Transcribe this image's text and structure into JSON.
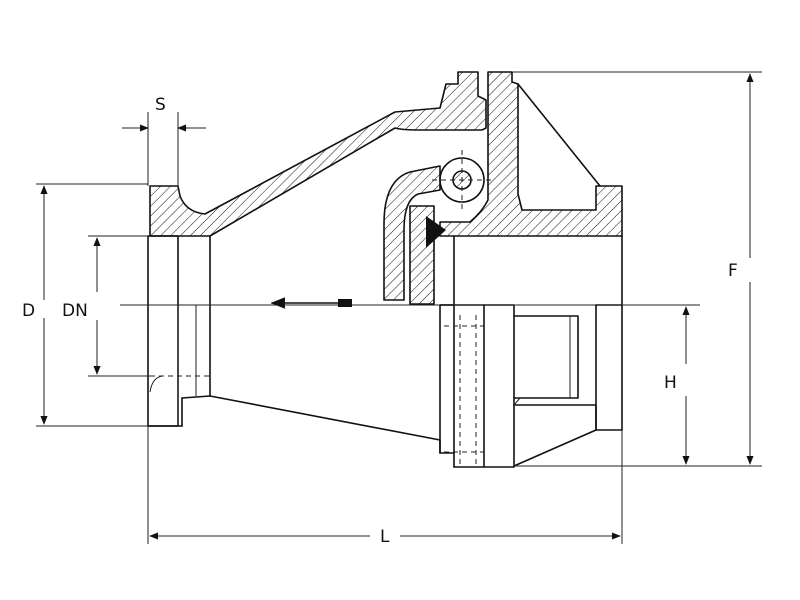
{
  "labels": {
    "s": "S",
    "d": "D",
    "dn": "DN",
    "l": "L",
    "h": "H",
    "f": "F"
  },
  "colors": {
    "line": "#111111",
    "background": "#ffffff"
  }
}
